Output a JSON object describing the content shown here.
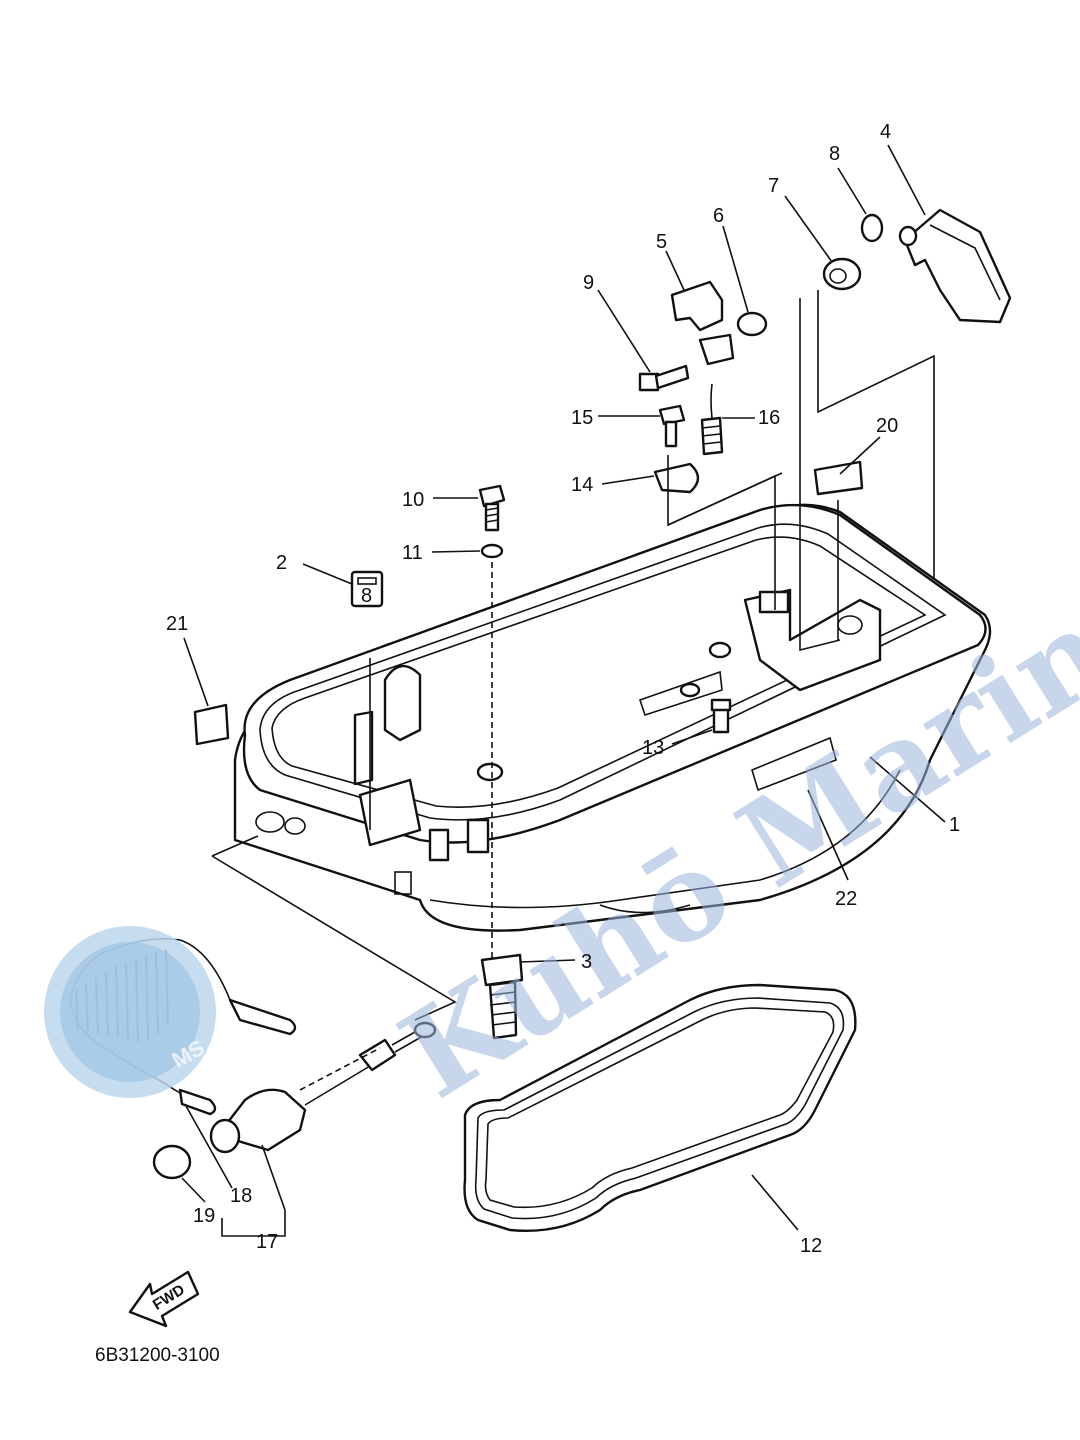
{
  "diagram": {
    "part_code": "6B31200-3100",
    "watermark": "Kuhō Marine",
    "badge": "MS",
    "fwd_label": "FWD",
    "callouts": [
      {
        "id": "1",
        "label": "1"
      },
      {
        "id": "2",
        "label": "2"
      },
      {
        "id": "3",
        "label": "3"
      },
      {
        "id": "4",
        "label": "4"
      },
      {
        "id": "5",
        "label": "5"
      },
      {
        "id": "6",
        "label": "6"
      },
      {
        "id": "7",
        "label": "7"
      },
      {
        "id": "8",
        "label": "8"
      },
      {
        "id": "9",
        "label": "9"
      },
      {
        "id": "10",
        "label": "10"
      },
      {
        "id": "11",
        "label": "11"
      },
      {
        "id": "12",
        "label": "12"
      },
      {
        "id": "13",
        "label": "13"
      },
      {
        "id": "14",
        "label": "14"
      },
      {
        "id": "15",
        "label": "15"
      },
      {
        "id": "16",
        "label": "16"
      },
      {
        "id": "17",
        "label": "17"
      },
      {
        "id": "18",
        "label": "18"
      },
      {
        "id": "19",
        "label": "19"
      },
      {
        "id": "20",
        "label": "20"
      },
      {
        "id": "21",
        "label": "21"
      },
      {
        "id": "22",
        "label": "22"
      }
    ]
  }
}
